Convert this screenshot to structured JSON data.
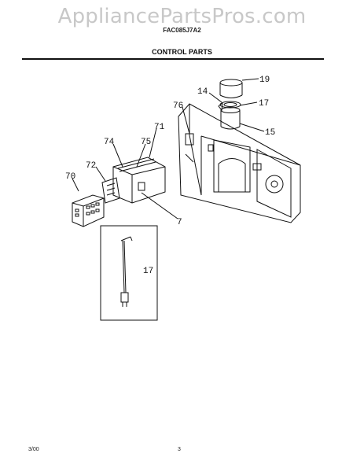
{
  "watermark": "AppliancePartsPros.com",
  "model": "FAC085J7A2",
  "title": "CONTROL PARTS",
  "callouts": {
    "c19": "19",
    "c14": "14",
    "c17a": "17",
    "c15": "15",
    "c76": "76",
    "c71": "71",
    "c74": "74",
    "c75": "75",
    "c70": "70",
    "c72": "72",
    "c7": "7",
    "c17b": "17"
  },
  "footer": {
    "date": "3/00",
    "page": "3"
  }
}
